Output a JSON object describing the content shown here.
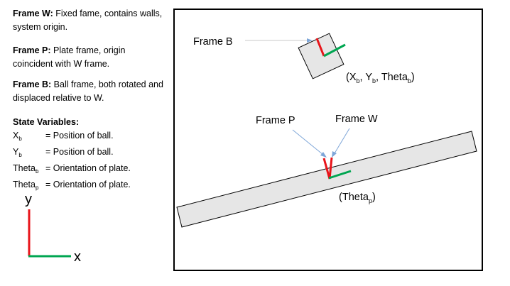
{
  "descriptions": [
    {
      "name": "Frame W:",
      "text": "Fixed fame, contains walls, system origin."
    },
    {
      "name": "Frame P:",
      "text": "Plate frame, origin coincident with W frame."
    },
    {
      "name": "Frame B:",
      "text": "Ball frame, both rotated and displaced relative to W."
    }
  ],
  "state": {
    "title": "State Variables:",
    "rows": [
      {
        "sym": "X",
        "sub": "b",
        "text": "= Position of ball."
      },
      {
        "sym": "Y",
        "sub": "b",
        "text": "= Position of ball."
      },
      {
        "sym": "Theta",
        "sub": "b",
        "text": "= Orientation of plate."
      },
      {
        "sym": "Theta",
        "sub": "p",
        "text": "= Orientation of plate."
      }
    ]
  },
  "axes": {
    "y": "y",
    "x": "x"
  },
  "labels": {
    "frame_b": "Frame B",
    "frame_p": "Frame P",
    "frame_w": "Frame W",
    "ball_state": {
      "x": "X",
      "x_sub": "b",
      "y": "Y",
      "y_sub": "b",
      "theta": "Theta",
      "theta_sub": "b"
    },
    "plate_state": {
      "theta": "Theta",
      "theta_sub": "p"
    }
  },
  "colors": {
    "x_axis": "#00a651",
    "y_axis": "#e8141a",
    "plate_fill": "#e6e6e6",
    "arrow": "#7ea6d8",
    "leader": "#c8c8c8"
  }
}
